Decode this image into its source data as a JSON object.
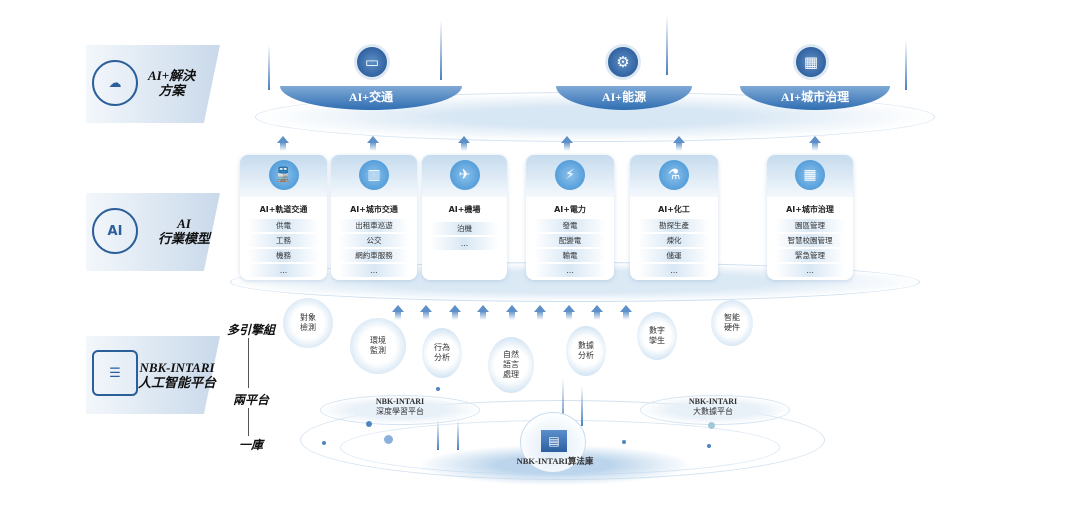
{
  "left_panels": [
    {
      "label": "AI+解決方案",
      "icon": "cloud-ai-icon"
    },
    {
      "label": "AI 行業模型",
      "icon": "ai-head-icon"
    },
    {
      "label": "NBK-INTARI 人工智能平台",
      "icon": "server-icon"
    }
  ],
  "left_panel_lines": [
    [
      "AI+解決",
      "方案"
    ],
    [
      "AI",
      "行業模型"
    ],
    [
      "NBK-INTARI",
      "人工智能平台"
    ]
  ],
  "solutions": [
    "AI+交通",
    "AI+能源",
    "AI+城市治理"
  ],
  "industries": [
    {
      "title": "AI+軌道交通",
      "items": [
        "供電",
        "工務",
        "機務",
        "…"
      ]
    },
    {
      "title": "AI+城市交通",
      "items": [
        "出租車巡遊",
        "公交",
        "網約車服務",
        "…"
      ]
    },
    {
      "title": "AI+機場",
      "items": [
        "泊機",
        "…"
      ]
    },
    {
      "title": "AI+電力",
      "items": [
        "發電",
        "配變電",
        "輸電",
        "…"
      ]
    },
    {
      "title": "AI+化工",
      "items": [
        "勘探生產",
        "煉化",
        "儲運",
        "…"
      ]
    },
    {
      "title": "AI+城市治理",
      "items": [
        "園區管理",
        "智慧校園管理",
        "緊急管理",
        "…"
      ]
    }
  ],
  "engines": [
    [
      "對象",
      "檢測"
    ],
    [
      "環境",
      "監測"
    ],
    [
      "行為",
      "分析"
    ],
    [
      "自然",
      "語言",
      "處理"
    ],
    [
      "數據",
      "分析"
    ],
    [
      "數字",
      "孿生"
    ],
    [
      "智能",
      "硬件"
    ]
  ],
  "axis": {
    "engines": "多引擎組",
    "platforms": "兩平台",
    "library": "一庫"
  },
  "platforms": {
    "deep_learning": {
      "name": "NBK-INTARI",
      "sub": "深度學習平台"
    },
    "big_data": {
      "name": "NBK-INTARI",
      "sub": "大數據平台"
    },
    "library": "NBK-INTARI算法庫"
  },
  "colors": {
    "primary": "#2f6db2",
    "light": "#c5dbee"
  }
}
